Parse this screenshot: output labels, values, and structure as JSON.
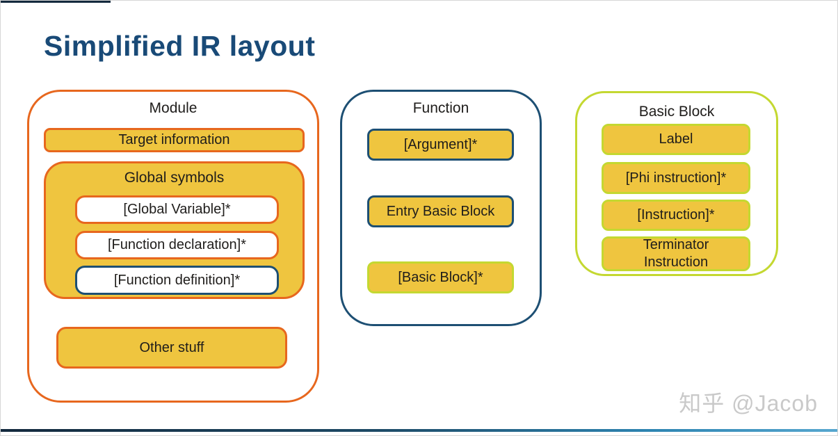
{
  "slide": {
    "title": "Simplified IR layout"
  },
  "module": {
    "label": "Module",
    "target_information": "Target information",
    "global_symbols": {
      "label": "Global symbols",
      "global_variable": "[Global Variable]*",
      "function_declaration": "[Function declaration]*",
      "function_definition": "[Function definition]*"
    },
    "other_stuff": "Other stuff"
  },
  "function": {
    "label": "Function",
    "argument": "[Argument]*",
    "entry_basic_block": "Entry Basic Block",
    "basic_block": "[Basic Block]*"
  },
  "basic_block": {
    "label": "Basic Block",
    "label_item": "Label",
    "phi_instruction": "[Phi instruction]*",
    "instruction": "[Instruction]*",
    "terminator_instruction": "Terminator Instruction"
  },
  "watermark": "知乎 @Jacob",
  "colors": {
    "orange": "#e7671e",
    "yellow": "#efc53f",
    "navy": "#1d4f73",
    "lime": "#c4d831",
    "title_blue": "#194a77",
    "text_dark": "#1f1d1b",
    "watermark_gray": "#c9c9c9",
    "bar_dark": "#13293d",
    "bar_light": "#57a7cf"
  }
}
